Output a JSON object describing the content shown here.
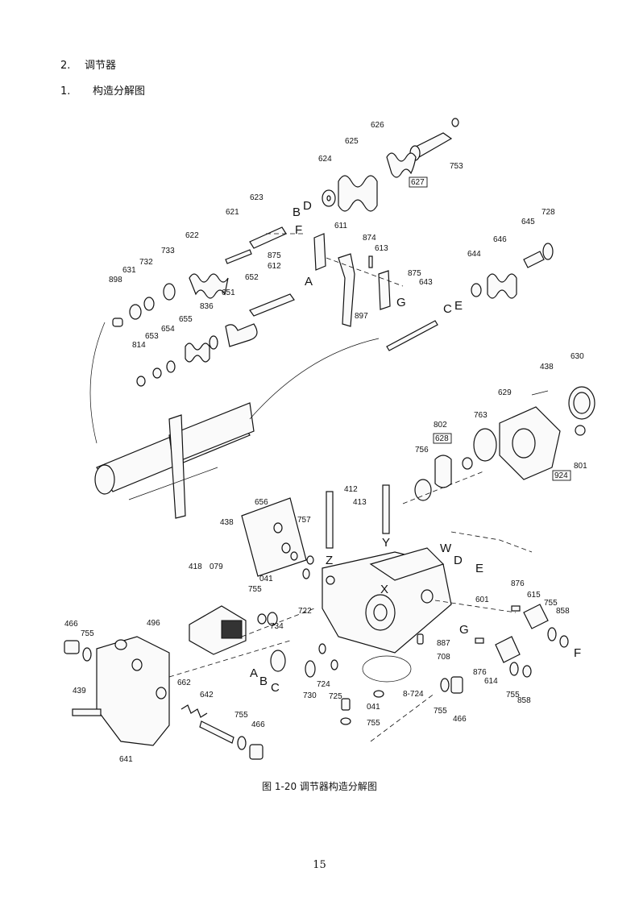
{
  "headings": [
    {
      "number": "2.",
      "text": "调节器"
    },
    {
      "number": "1.",
      "text": "构造分解图"
    }
  ],
  "diagram": {
    "part_labels": [
      "626",
      "753",
      "625",
      "627",
      "624",
      "623",
      "621",
      "622",
      "733",
      "732",
      "631",
      "898",
      "875",
      "612",
      "611",
      "874",
      "613",
      "897",
      "875",
      "643",
      "644",
      "646",
      "645",
      "728",
      "652",
      "651",
      "836",
      "655",
      "654",
      "653",
      "814",
      "438",
      "630",
      "629",
      "763",
      "802",
      "628",
      "756",
      "801",
      "924",
      "412",
      "413",
      "656",
      "757",
      "438",
      "418",
      "079",
      "041",
      "755",
      "722",
      "601",
      "876",
      "615",
      "755",
      "858",
      "466",
      "755",
      "496",
      "887",
      "708",
      "734",
      "876",
      "614",
      "755",
      "858",
      "730",
      "724",
      "725",
      "8-724",
      "041",
      "755",
      "439",
      "662",
      "642",
      "755",
      "466",
      "641",
      "466",
      "755"
    ],
    "boxed_parts": [
      "627",
      "628",
      "924"
    ],
    "letter_marks": [
      "A",
      "B",
      "C",
      "D",
      "E",
      "F",
      "G",
      "W",
      "X",
      "Y",
      "Z"
    ]
  },
  "caption": "图 1-20 调节器构造分解图",
  "page_number": "15"
}
